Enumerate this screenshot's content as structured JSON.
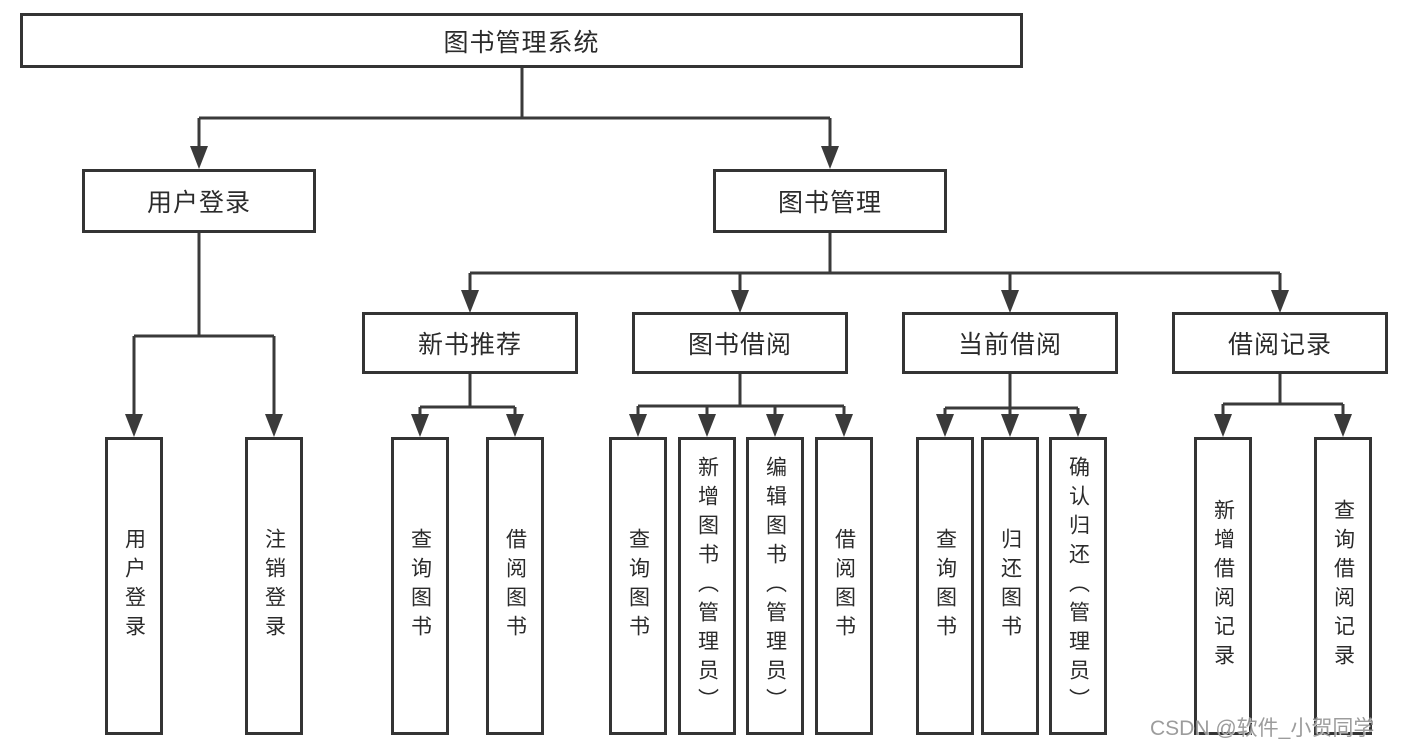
{
  "diagram": {
    "type": "hierarchy-tree",
    "colors": {
      "background": "#ffffff",
      "box_border": "#343434",
      "line": "#3a3a3a",
      "text": "#2b2b2b",
      "watermark": "#949494"
    }
  },
  "tree": {
    "root": {
      "label": "图书管理系统",
      "children": [
        {
          "label": "用户登录",
          "children": [
            {
              "label": "用户登录"
            },
            {
              "label": "注销登录"
            }
          ]
        },
        {
          "label": "图书管理",
          "children": [
            {
              "label": "新书推荐",
              "children": [
                {
                  "label": "查询图书"
                },
                {
                  "label": "借阅图书"
                }
              ]
            },
            {
              "label": "图书借阅",
              "children": [
                {
                  "label": "查询图书"
                },
                {
                  "label": "新增图书（管理员）"
                },
                {
                  "label": "编辑图书（管理员）"
                },
                {
                  "label": "借阅图书"
                }
              ]
            },
            {
              "label": "当前借阅",
              "children": [
                {
                  "label": "查询图书"
                },
                {
                  "label": "归还图书"
                },
                {
                  "label": "确认归还（管理员）"
                }
              ]
            },
            {
              "label": "借阅记录",
              "children": [
                {
                  "label": "新增借阅记录"
                },
                {
                  "label": "查询借阅记录"
                }
              ]
            }
          ]
        }
      ]
    }
  },
  "watermark": "CSDN @软件_小贺同学"
}
